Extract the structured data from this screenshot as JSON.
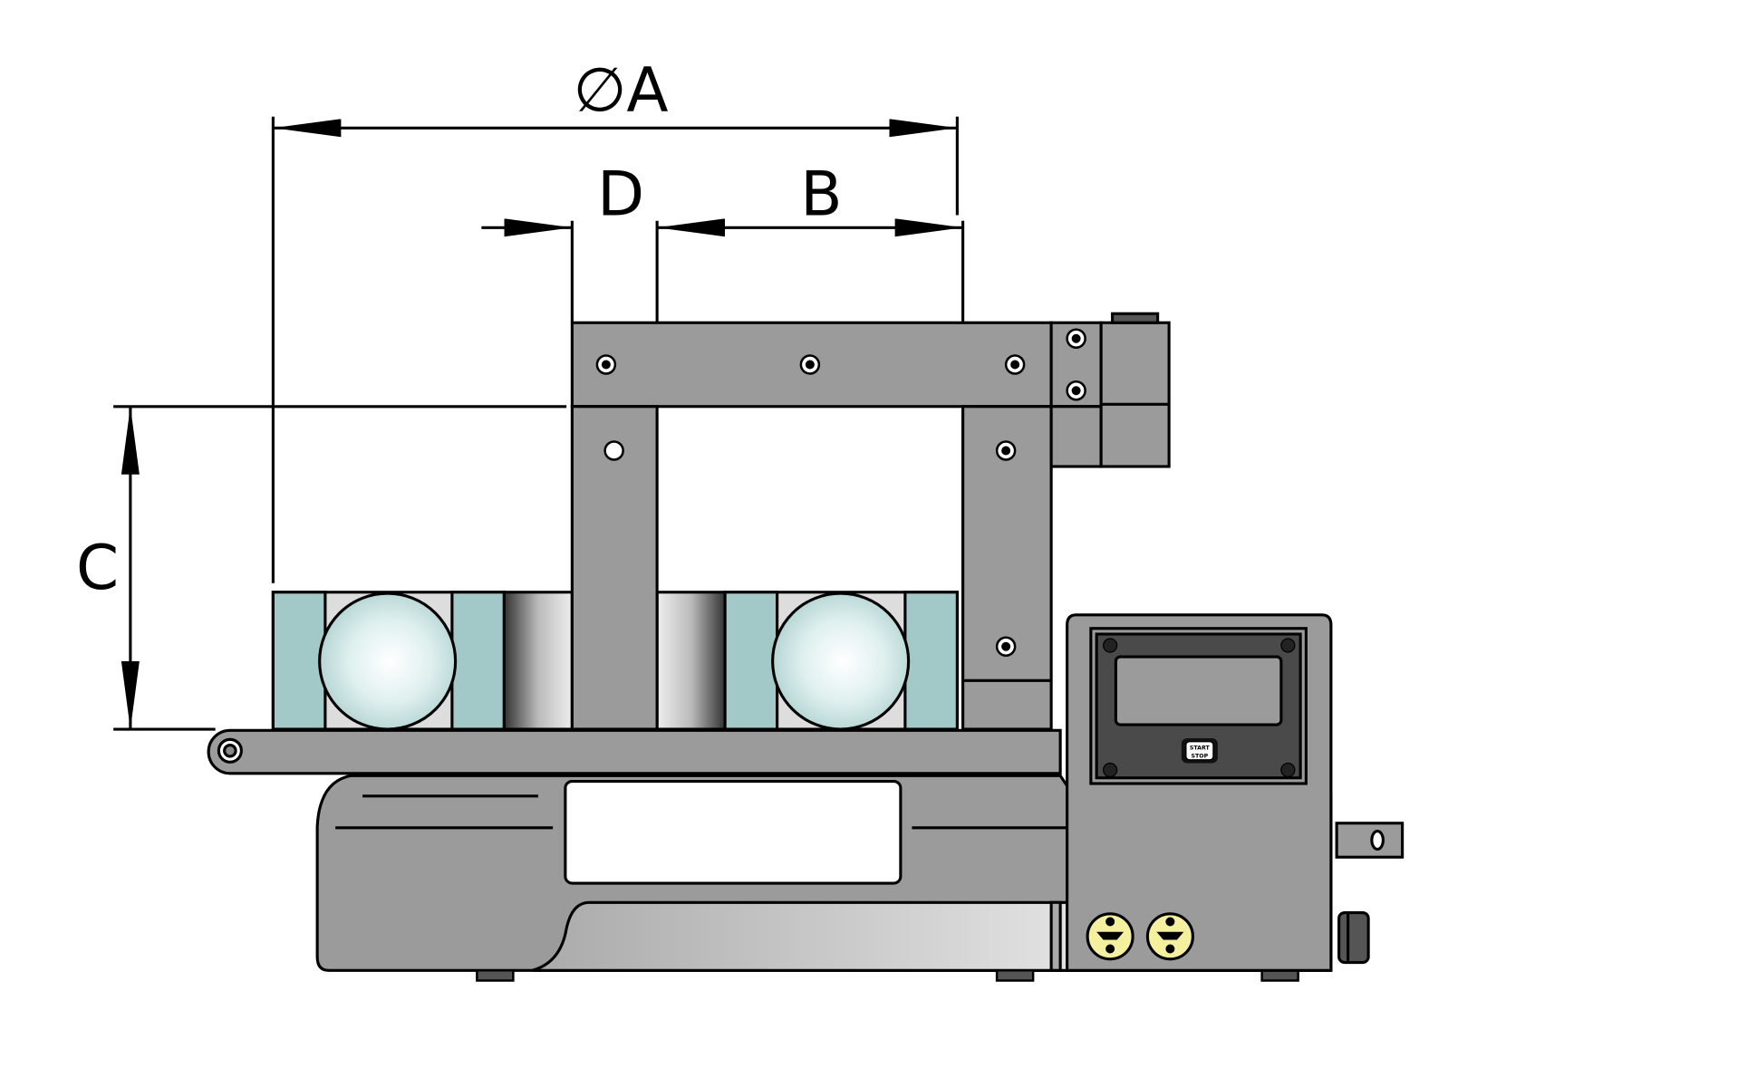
{
  "dimensions": {
    "a_label": "∅A",
    "b_label": "B",
    "c_label": "C",
    "d_label": "D"
  },
  "control_panel": {
    "button_line1": "START",
    "button_line2": "STOP"
  },
  "colors": {
    "body": "#9b9b9b",
    "ring": "#a3c8c8",
    "socket": "#f5f0a0",
    "panel": "#4a4a4a"
  }
}
